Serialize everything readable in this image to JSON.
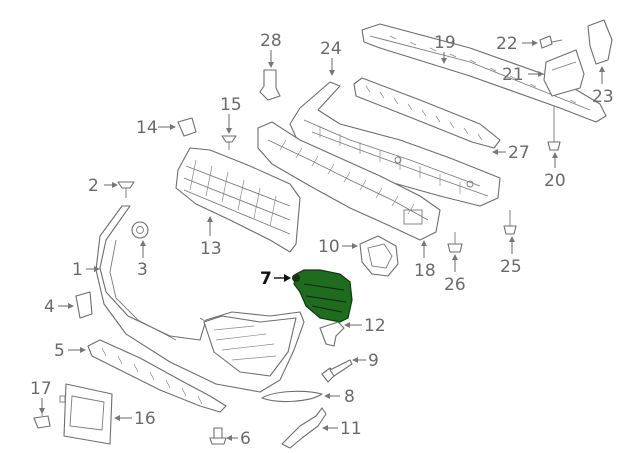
{
  "diagram": {
    "highlighted_part": "7",
    "callouts": [
      {
        "id": "c1",
        "label": "1"
      },
      {
        "id": "c2",
        "label": "2"
      },
      {
        "id": "c3",
        "label": "3"
      },
      {
        "id": "c4",
        "label": "4"
      },
      {
        "id": "c5",
        "label": "5"
      },
      {
        "id": "c6",
        "label": "6"
      },
      {
        "id": "c7",
        "label": "7"
      },
      {
        "id": "c8",
        "label": "8"
      },
      {
        "id": "c9",
        "label": "9"
      },
      {
        "id": "c10",
        "label": "10"
      },
      {
        "id": "c11",
        "label": "11"
      },
      {
        "id": "c12",
        "label": "12"
      },
      {
        "id": "c13",
        "label": "13"
      },
      {
        "id": "c14",
        "label": "14"
      },
      {
        "id": "c15",
        "label": "15"
      },
      {
        "id": "c16",
        "label": "16"
      },
      {
        "id": "c17",
        "label": "17"
      },
      {
        "id": "c18",
        "label": "18"
      },
      {
        "id": "c19",
        "label": "19"
      },
      {
        "id": "c20",
        "label": "20"
      },
      {
        "id": "c21",
        "label": "21"
      },
      {
        "id": "c22",
        "label": "22"
      },
      {
        "id": "c23",
        "label": "23"
      },
      {
        "id": "c24",
        "label": "24"
      },
      {
        "id": "c25",
        "label": "25"
      },
      {
        "id": "c26",
        "label": "26"
      },
      {
        "id": "c27",
        "label": "27"
      },
      {
        "id": "c28",
        "label": "28"
      }
    ],
    "colors": {
      "line": "#6e6e6e",
      "highlight": "#1f6b1f",
      "text": "#6a6a6a"
    }
  }
}
